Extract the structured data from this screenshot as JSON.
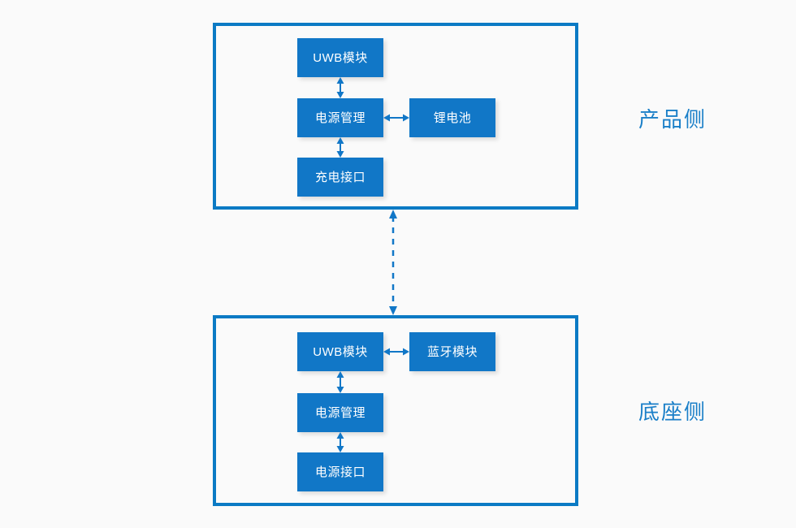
{
  "diagram": {
    "type": "block-diagram",
    "background_color": "#fafafa",
    "accent_color": "#1177c7",
    "panel_border_color": "#0b7ac4",
    "box_fill_color": "#1177c7",
    "box_text_color": "#ffffff",
    "label_color": "#1a7fc8",
    "panels": [
      {
        "id": "product",
        "side_label": "产品侧",
        "boxes": [
          {
            "id": "uwb",
            "label": "UWB模块"
          },
          {
            "id": "power",
            "label": "电源管理"
          },
          {
            "id": "charge",
            "label": "充电接口"
          },
          {
            "id": "battery",
            "label": "锂电池"
          }
        ],
        "connectors": [
          {
            "from": "uwb",
            "to": "power",
            "orientation": "vertical",
            "style": "solid",
            "heads": "both"
          },
          {
            "from": "power",
            "to": "charge",
            "orientation": "vertical",
            "style": "solid",
            "heads": "both"
          },
          {
            "from": "power",
            "to": "battery",
            "orientation": "horizontal",
            "style": "solid",
            "heads": "both"
          }
        ]
      },
      {
        "id": "base",
        "side_label": "底座侧",
        "boxes": [
          {
            "id": "uwb",
            "label": "UWB模块"
          },
          {
            "id": "power",
            "label": "电源管理"
          },
          {
            "id": "socket",
            "label": "电源接口"
          },
          {
            "id": "bluetooth",
            "label": "蓝牙模块"
          }
        ],
        "connectors": [
          {
            "from": "uwb",
            "to": "power",
            "orientation": "vertical",
            "style": "solid",
            "heads": "both"
          },
          {
            "from": "power",
            "to": "socket",
            "orientation": "vertical",
            "style": "solid",
            "heads": "both"
          },
          {
            "from": "uwb",
            "to": "bluetooth",
            "orientation": "horizontal",
            "style": "solid",
            "heads": "both"
          }
        ]
      }
    ],
    "interlink": {
      "from_panel": "product",
      "to_panel": "base",
      "orientation": "vertical",
      "style": "dashed",
      "heads": "both"
    }
  }
}
